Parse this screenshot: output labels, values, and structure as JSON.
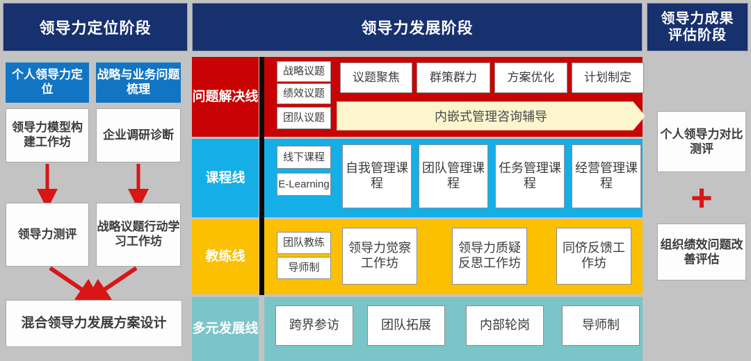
{
  "headers": {
    "locate": "领导力定位阶段",
    "develop": "领导力发展阶段",
    "result_line1": "领导力成果",
    "result_line2": "评估阶段"
  },
  "left_column": {
    "blue_boxes": [
      {
        "label": "个人领导力定位"
      },
      {
        "label": "战略与业务问题梳理"
      }
    ],
    "white_boxes": [
      {
        "label": "领导力模型构建工作坊"
      },
      {
        "label": "企业调研诊断"
      },
      {
        "label": "领导力测评"
      },
      {
        "label": "战略议题行动学习工作坊"
      }
    ],
    "summary_box": "混合领导力发展方案设计"
  },
  "rows": [
    {
      "label": "问题解决线",
      "color": "#c90303",
      "small_cells": [
        "战略议题",
        "绩效议题",
        "团队议题"
      ],
      "main_cells": [
        "议题聚焦",
        "群策群力",
        "方案优化",
        "计划制定"
      ],
      "banner": "内嵌式管理咨询辅导"
    },
    {
      "label": "课程线",
      "color": "#16aee6",
      "small_cells": [
        "线下课程",
        "E-Learning"
      ],
      "main_cells": [
        "自我管理课程",
        "团队管理课程",
        "任务管理课程",
        "经营管理课程"
      ]
    },
    {
      "label": "教练线",
      "color": "#fbc002",
      "small_cells": [
        "团队教练",
        "导师制"
      ],
      "main_cells": [
        "领导力觉察工作坊",
        "领导力质疑反思工作坊",
        "同侪反馈工作坊"
      ]
    },
    {
      "label": "多元发展线",
      "color": "#7ac5c7",
      "small_cells": [],
      "main_cells": [
        "跨界参访",
        "团队拓展",
        "内部轮岗",
        "导师制"
      ]
    }
  ],
  "right_column": {
    "box_1": "个人领导力对比测评",
    "plus": "+",
    "box_2": "组织绩效问题改善评估"
  },
  "colors": {
    "header_navy": "#17306e",
    "accent_blue": "#1275c4",
    "red": "#c90303",
    "cyan": "#16aee6",
    "yellow": "#fbc002",
    "teal": "#7ac5c7",
    "arrow_red": "#d81616",
    "banner_cream": "#fcf5ce",
    "background_gray": "#c3c3c3"
  }
}
